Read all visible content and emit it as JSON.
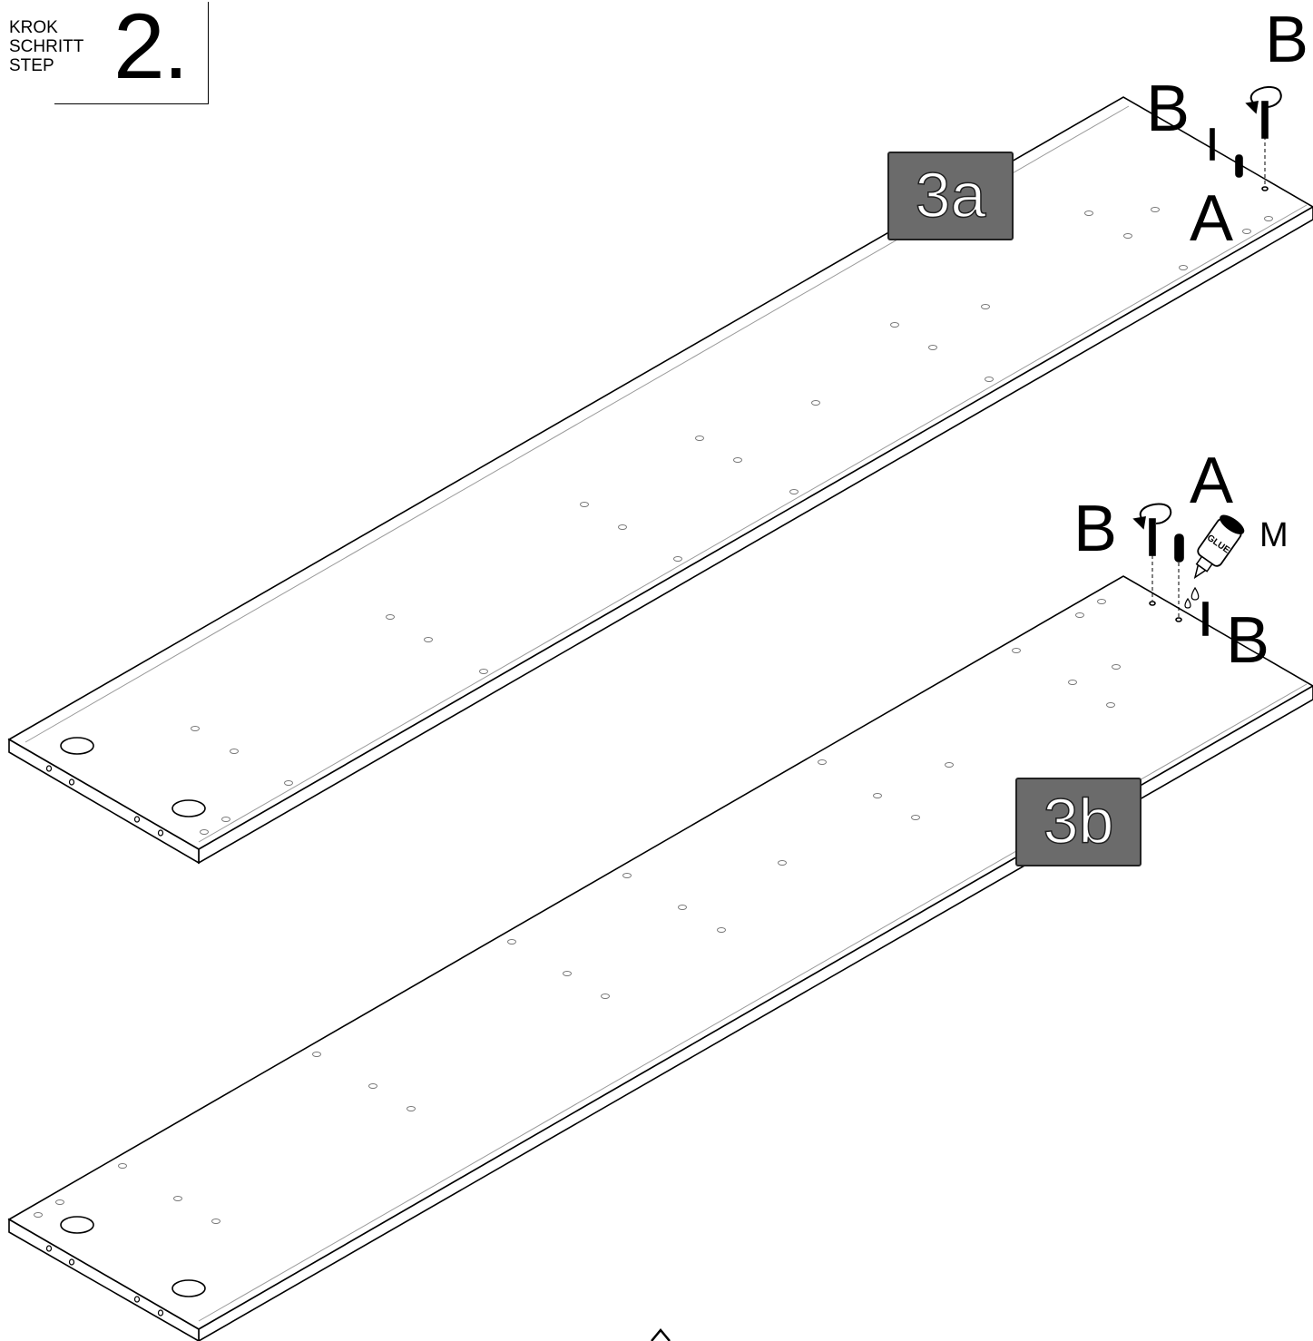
{
  "step": {
    "words": [
      "KROK",
      "SCHRITT",
      "STEP"
    ],
    "number": "2."
  },
  "panels": {
    "top_label": "3a",
    "bottom_label": "3b"
  },
  "parts": {
    "top_b_left": "B",
    "top_b_right": "B",
    "top_a": "A",
    "bottom_a": "A",
    "bottom_b_left": "B",
    "bottom_b_right": "B",
    "glue_label": "M",
    "glue_bottle_text": "GLUE"
  },
  "colors": {
    "line": "#000000",
    "tag_fill": "#6b6b6b",
    "inner_line": "#9a9a9a",
    "hole": "#777777"
  }
}
